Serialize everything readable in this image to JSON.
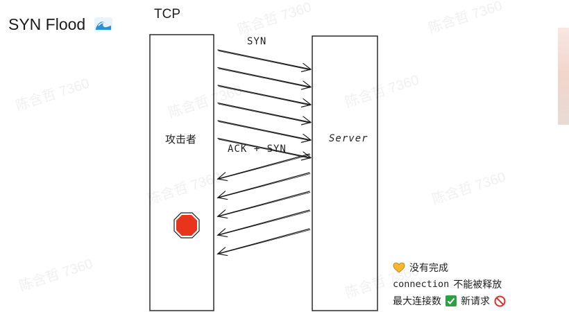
{
  "title": {
    "text": "SYN Flood",
    "emoji_icon": "water-wave-icon"
  },
  "protocol": "TCP",
  "arrows": {
    "syn_label": "SYN",
    "ack_label": "ACK + SYN",
    "syn_count": 6,
    "ack_count": 5
  },
  "nodes": {
    "attacker": "攻击者",
    "server": "Server"
  },
  "notes": {
    "line1": "没有完成",
    "line2_code": "connection",
    "line2_text": "不能被释放",
    "line3_text": "最大连接数",
    "line3_rest": "新请求",
    "icons": [
      "heart-icon",
      "check-icon",
      "no-entry-icon"
    ]
  },
  "watermark": "陈含哲 7360",
  "colors": {
    "stop": "#e8341c",
    "check": "#2ea043",
    "heart": "#f5b82e",
    "noentry": "#d93025"
  }
}
